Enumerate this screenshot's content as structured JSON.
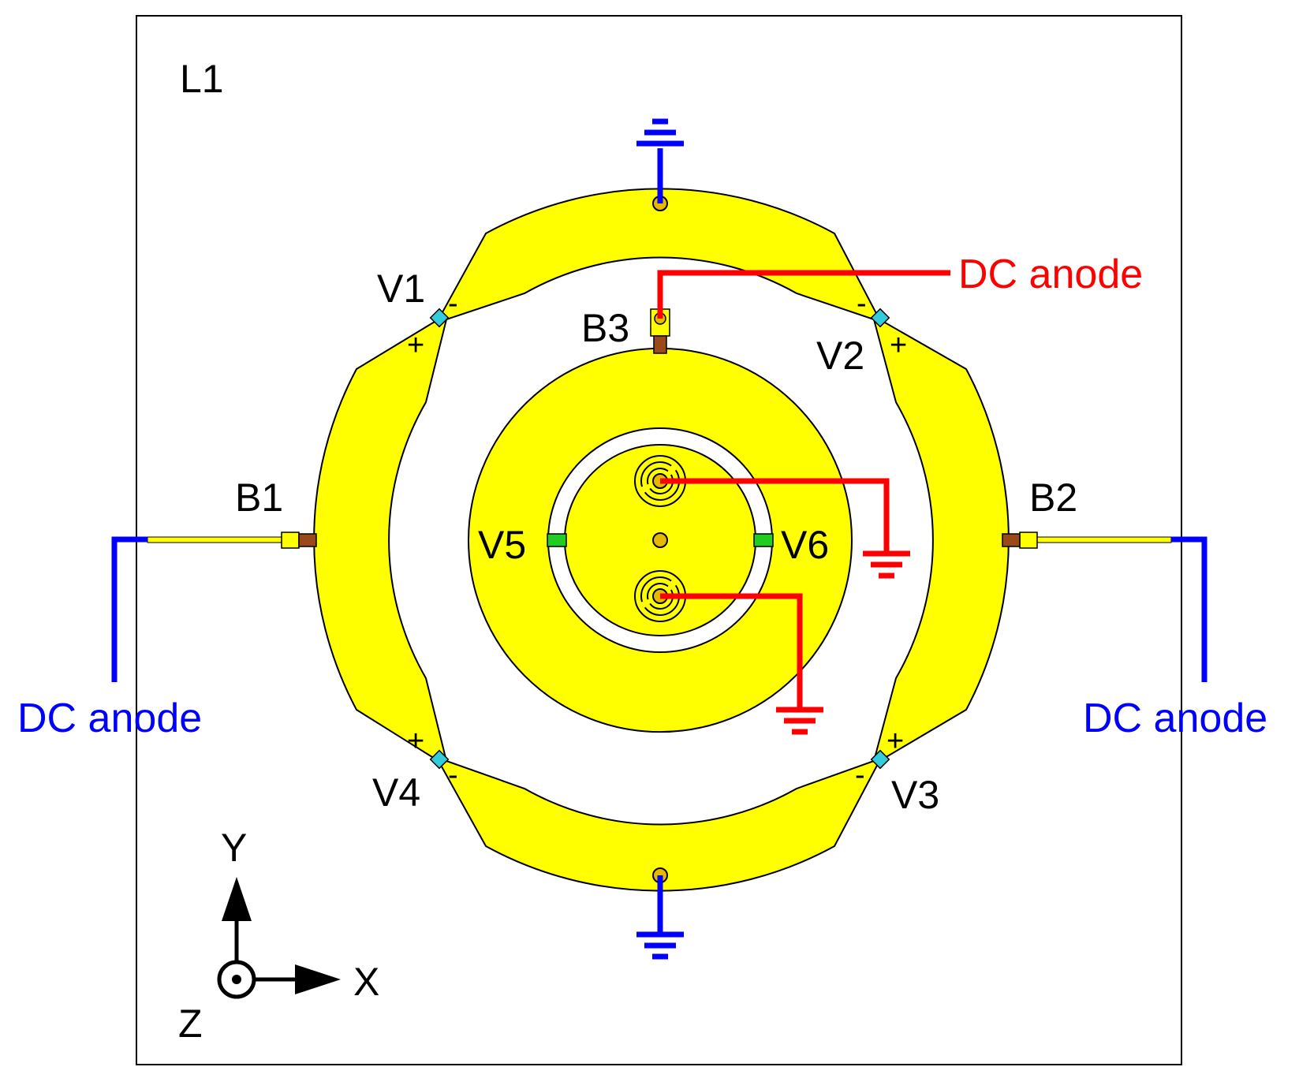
{
  "layer_label": "L1",
  "varactors": {
    "v1": "V1",
    "v2": "V2",
    "v3": "V3",
    "v4": "V4",
    "v5": "V5",
    "v6": "V6"
  },
  "bias_points": {
    "b1": "B1",
    "b2": "B2",
    "b3": "B3"
  },
  "dc_labels": {
    "top_right": "DC anode",
    "left": "DC anode",
    "right": "DC anode"
  },
  "polarity": {
    "plus": "+",
    "minus": "-"
  },
  "axes": {
    "x": "X",
    "y": "Y",
    "z": "Z"
  },
  "colors": {
    "patch": "#ffff00",
    "outline": "#000000",
    "blue_line": "#0000ff",
    "red_line": "#ff0000",
    "varactor_outer": "#33ccdd",
    "varactor_inner": "#22cc22",
    "resistor": "#9a4a1a",
    "via": "#e6b800"
  }
}
